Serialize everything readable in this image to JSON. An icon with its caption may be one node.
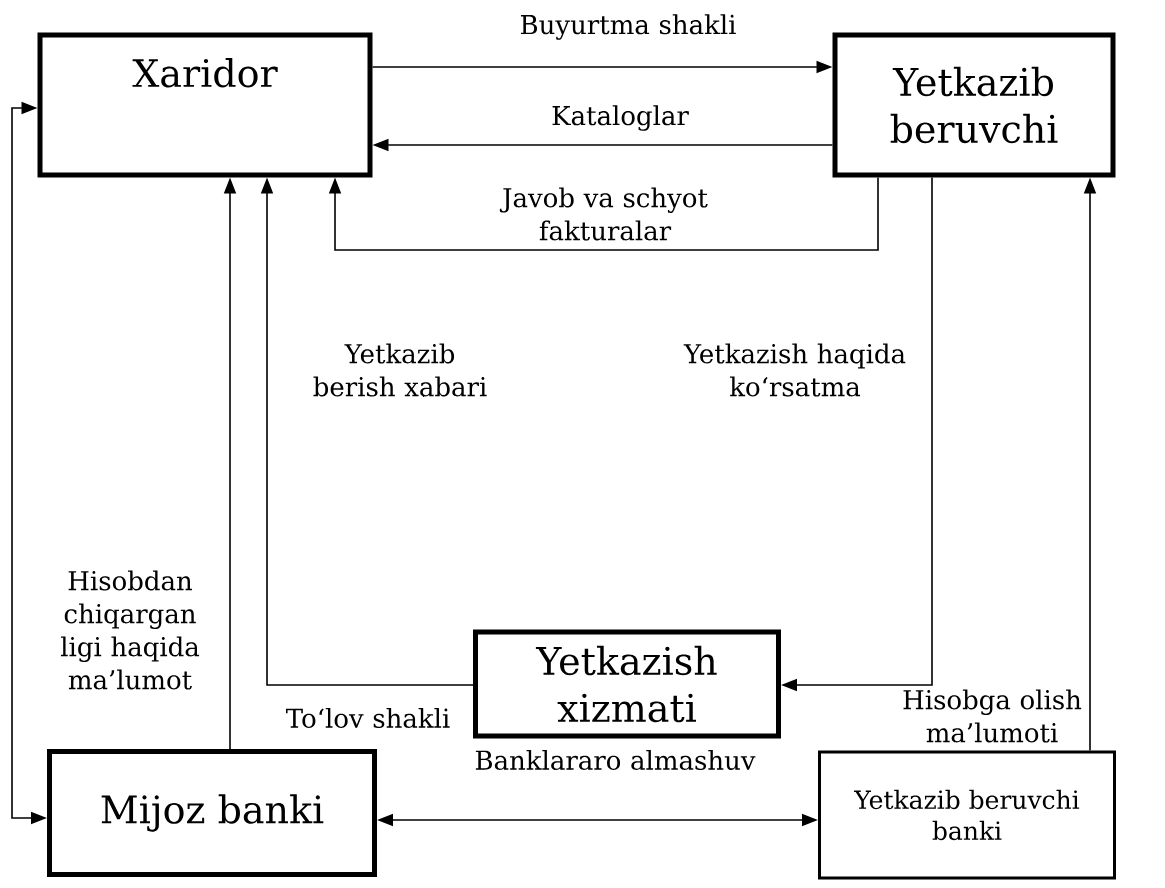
{
  "diagram": {
    "nodes": [
      {
        "text": [
          "Xaridor"
        ]
      },
      {
        "text": [
          "Yetkazib beruvchi"
        ]
      },
      {
        "text": [
          "Yetkazish xizmati"
        ]
      },
      {
        "text": [
          "Mijoz banki"
        ]
      },
      {
        "text": [
          "Yetkazib beruvchi banki"
        ]
      }
    ],
    "edges": [
      {
        "from": 0,
        "to": 1,
        "arrow": "to",
        "label": "Buyurtma shakli"
      },
      {
        "from": 1,
        "to": 0,
        "arrow": "to",
        "label": "Kataloglar"
      },
      {
        "from": 1,
        "to": 0,
        "arrow": "to",
        "label": "Javob va schyot fakturalar"
      },
      {
        "from": 2,
        "to": 0,
        "arrow": "to",
        "label": "Yetkazib berish xabari"
      },
      {
        "from": 1,
        "to": 2,
        "arrow": "to",
        "label": "Yetkazish haqida ko‘rsatma"
      },
      {
        "from": 3,
        "to": 0,
        "arrow": "to",
        "label": "To‘lov shakli"
      },
      {
        "from": 3,
        "to": 4,
        "arrow": "both",
        "label": "Banklararo almashuv"
      },
      {
        "from": 4,
        "to": 1,
        "arrow": "to",
        "label": "Hisobga olish ma’lumoti"
      },
      {
        "from": 0,
        "to": 3,
        "arrow": "both",
        "label": "Hisobdan chiqargan ligi haqida ma’lumot"
      }
    ]
  }
}
